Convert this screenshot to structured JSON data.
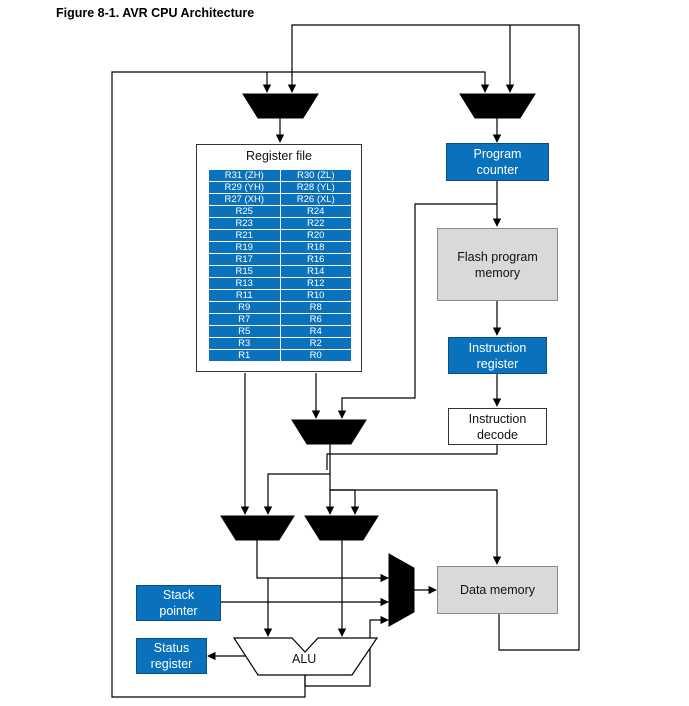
{
  "figure_title": "Figure 8-1.  AVR CPU Architecture",
  "register_file": {
    "title": "Register file",
    "rows": [
      [
        "R31 (ZH)",
        "R30 (ZL)"
      ],
      [
        "R29 (YH)",
        "R28 (YL)"
      ],
      [
        "R27 (XH)",
        "R26 (XL)"
      ],
      [
        "R25",
        "R24"
      ],
      [
        "R23",
        "R22"
      ],
      [
        "R21",
        "R20"
      ],
      [
        "R19",
        "R18"
      ],
      [
        "R17",
        "R16"
      ],
      [
        "R15",
        "R14"
      ],
      [
        "R13",
        "R12"
      ],
      [
        "R11",
        "R10"
      ],
      [
        "R9",
        "R8"
      ],
      [
        "R7",
        "R6"
      ],
      [
        "R5",
        "R4"
      ],
      [
        "R3",
        "R2"
      ],
      [
        "R1",
        "R0"
      ]
    ]
  },
  "blocks": {
    "program_counter": "Program\ncounter",
    "flash_program_memory": "Flash program\nmemory",
    "instruction_register": "Instruction\nregister",
    "instruction_decode": "Instruction\ndecode",
    "data_memory": "Data memory",
    "stack_pointer": "Stack\npointer",
    "status_register": "Status\nregister",
    "alu": "ALU"
  },
  "colors": {
    "blue_block": "#0a72bd",
    "grey_block": "#d9d9d9",
    "line": "#000000"
  }
}
